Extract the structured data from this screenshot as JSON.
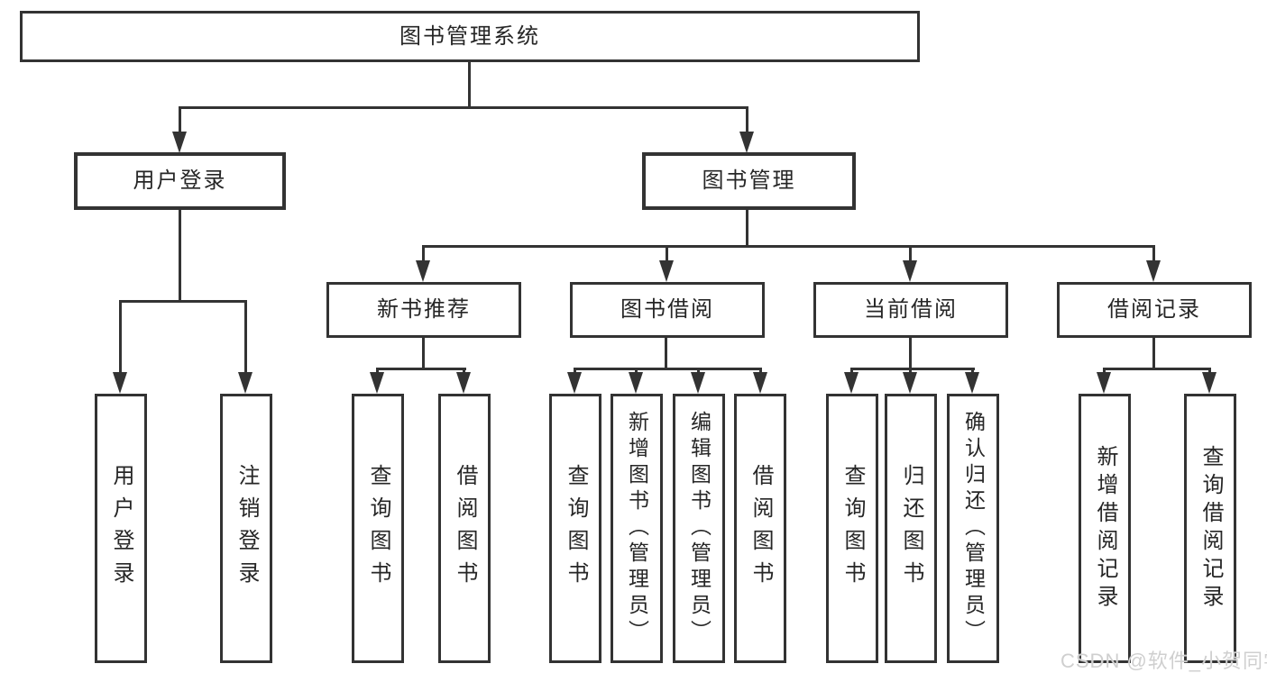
{
  "diagram": {
    "nodes": {
      "root": "图书管理系统",
      "user_login": "用户登录",
      "book_mgmt": "图书管理",
      "new_book": "新书推荐",
      "book_borrow": "图书借阅",
      "current_borrow": "当前借阅",
      "borrow_record": "借阅记录",
      "login_leaves": [
        "用户登录",
        "注销登录"
      ],
      "new_book_leaves": [
        "查询图书",
        "借阅图书"
      ],
      "book_borrow_leaves": [
        "查询图书",
        "新增图书（管理员）",
        "编辑图书（管理员）",
        "借阅图书"
      ],
      "current_borrow_leaves": [
        "查询图书",
        "归还图书",
        "确认归还（管理员）"
      ],
      "borrow_record_leaves": [
        "新增借阅记录",
        "查询借阅记录"
      ]
    }
  },
  "watermark": {
    "text": "CSDN @软件_小贺同学"
  },
  "colors": {
    "line": "#333333",
    "text": "#262626",
    "background": "#ffffff",
    "watermark": "#cfcfcf"
  }
}
